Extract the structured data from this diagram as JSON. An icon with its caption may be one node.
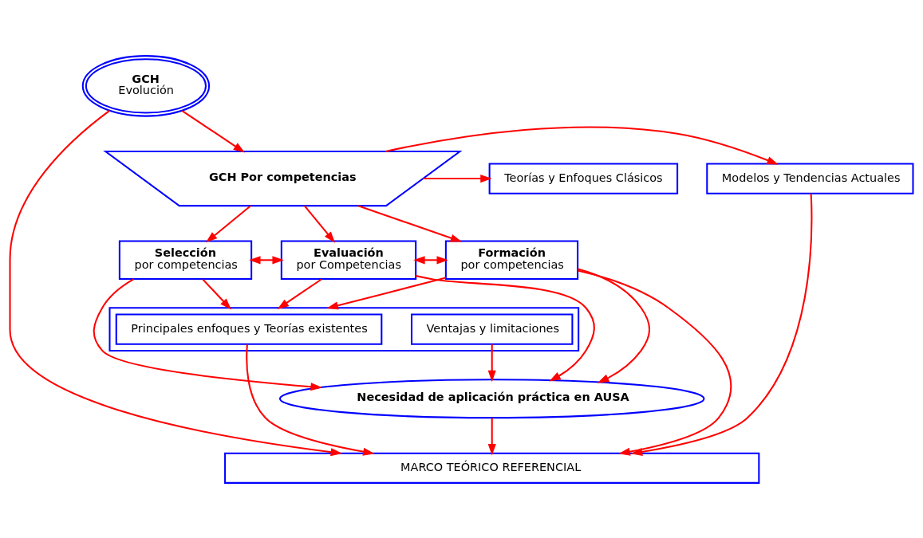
{
  "diagram": {
    "nodes": [
      {
        "text": [
          "GCH",
          "Evolución"
        ]
      },
      {
        "text": [
          "GCH Por competencias"
        ]
      },
      {
        "text": [
          "Teorías y Enfoques Clásicos"
        ]
      },
      {
        "text": [
          "Modelos y Tendencias Actuales"
        ]
      },
      {
        "text": [
          "Selección",
          "por competencias"
        ]
      },
      {
        "text": [
          "Evaluación",
          "por Competencias"
        ]
      },
      {
        "text": [
          "Formación",
          "por competencias"
        ]
      },
      {
        "text": [],
        "shape": "box"
      },
      {
        "text": [
          "Principales enfoques y Teorías existentes"
        ],
        "in": 7
      },
      {
        "text": [
          "Ventajas y limitaciones"
        ],
        "in": 7
      },
      {
        "text": [
          "Necesidad de aplicación práctica en AUSA"
        ]
      },
      {
        "text": [
          "MARCO TEÓRICO REFERENCIAL"
        ]
      }
    ],
    "edges": [
      {
        "from": 0,
        "to": 1,
        "arrow": "to"
      },
      {
        "from": 1,
        "to": 2,
        "arrow": "to"
      },
      {
        "from": 1,
        "to": 3,
        "arrow": "to"
      },
      {
        "from": 1,
        "to": 4,
        "arrow": "to"
      },
      {
        "from": 1,
        "to": 5,
        "arrow": "to"
      },
      {
        "from": 1,
        "to": 6,
        "arrow": "to"
      },
      {
        "from": 4,
        "to": 5,
        "arrow": "both"
      },
      {
        "from": 5,
        "to": 6,
        "arrow": "both"
      },
      {
        "from": 4,
        "to": 7,
        "arrow": "to"
      },
      {
        "from": 5,
        "to": 7,
        "arrow": "to"
      },
      {
        "from": 6,
        "to": 7,
        "arrow": "to"
      },
      {
        "from": 4,
        "to": 10,
        "arrow": "to"
      },
      {
        "from": 5,
        "to": 10,
        "arrow": "to"
      },
      {
        "from": 6,
        "to": 10,
        "arrow": "to"
      },
      {
        "from": 9,
        "to": 10,
        "arrow": "to"
      },
      {
        "from": 8,
        "to": 11,
        "arrow": "to"
      },
      {
        "from": 10,
        "to": 11,
        "arrow": "to"
      },
      {
        "from": 0,
        "to": 11,
        "arrow": "to"
      },
      {
        "from": 3,
        "to": 11,
        "arrow": "to"
      },
      {
        "from": 6,
        "to": 11,
        "arrow": "to"
      }
    ]
  }
}
